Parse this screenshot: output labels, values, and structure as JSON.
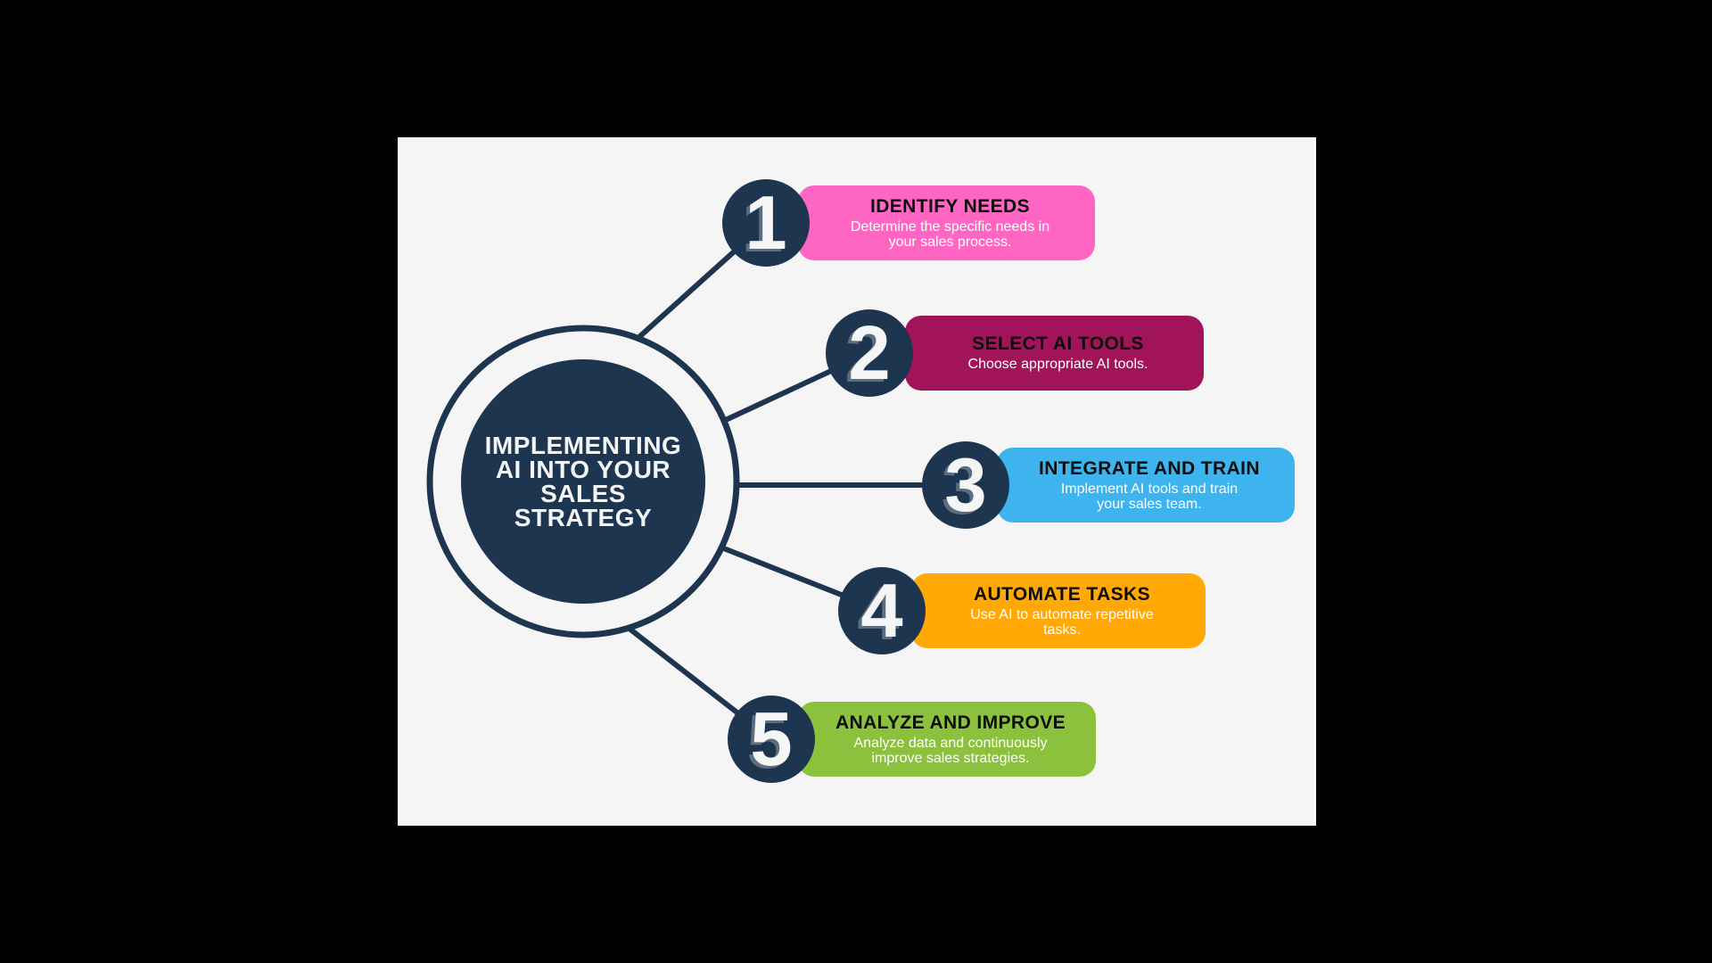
{
  "colors": {
    "background": "#000000",
    "panel": "#f5f5f6",
    "navy": "#1e3550",
    "title_text": "#0d0d0d",
    "body_text": "#ffffff"
  },
  "center": {
    "label": "IMPLEMENTING\nAI INTO YOUR\nSALES\nSTRATEGY"
  },
  "steps": [
    {
      "number": "1",
      "title": "IDENTIFY NEEDS",
      "description": "Determine the specific needs in\nyour sales process.",
      "color": "#ff66c4"
    },
    {
      "number": "2",
      "title": "SELECT AI TOOLS",
      "description": "Choose appropriate AI tools.",
      "color": "#a2145a"
    },
    {
      "number": "3",
      "title": "INTEGRATE AND TRAIN",
      "description": "Implement AI tools and train\nyour sales team.",
      "color": "#3db4ee"
    },
    {
      "number": "4",
      "title": "AUTOMATE TASKS",
      "description": "Use AI to automate repetitive\ntasks.",
      "color": "#ffa806"
    },
    {
      "number": "5",
      "title": "ANALYZE AND IMPROVE",
      "description": "Analyze data and continuously\nimprove sales strategies.",
      "color": "#8cc13e"
    }
  ]
}
